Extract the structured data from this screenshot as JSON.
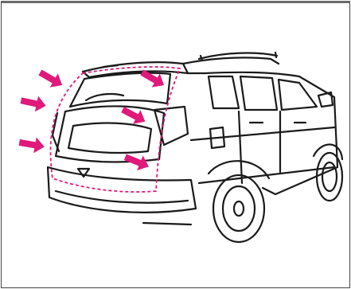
{
  "illustration": {
    "subject": "rear-view-suv-liftgate",
    "callout_count": 6,
    "callout_icon": "arrow-icon",
    "seal_style": "dashed",
    "colors": {
      "accent": "#e0197a",
      "line": "#1a1a1a",
      "background": "#ffffff",
      "frame": "#444444"
    }
  }
}
